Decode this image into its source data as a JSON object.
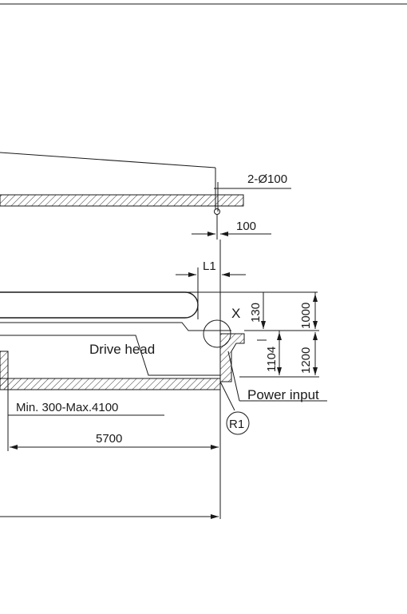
{
  "drawing": {
    "dimensions": {
      "bolt_holes": "2-Ø100",
      "offset_100": "100",
      "l1": "L1",
      "x_mark": "X",
      "d130": "130",
      "d1000": "1000",
      "d1104": "1104",
      "d1200": "1200",
      "min_max_span": "Min. 300-Max.4100",
      "d5700": "5700"
    },
    "labels": {
      "drive_head": "Drive head",
      "power_input": "Power input",
      "r1": "R1"
    }
  }
}
